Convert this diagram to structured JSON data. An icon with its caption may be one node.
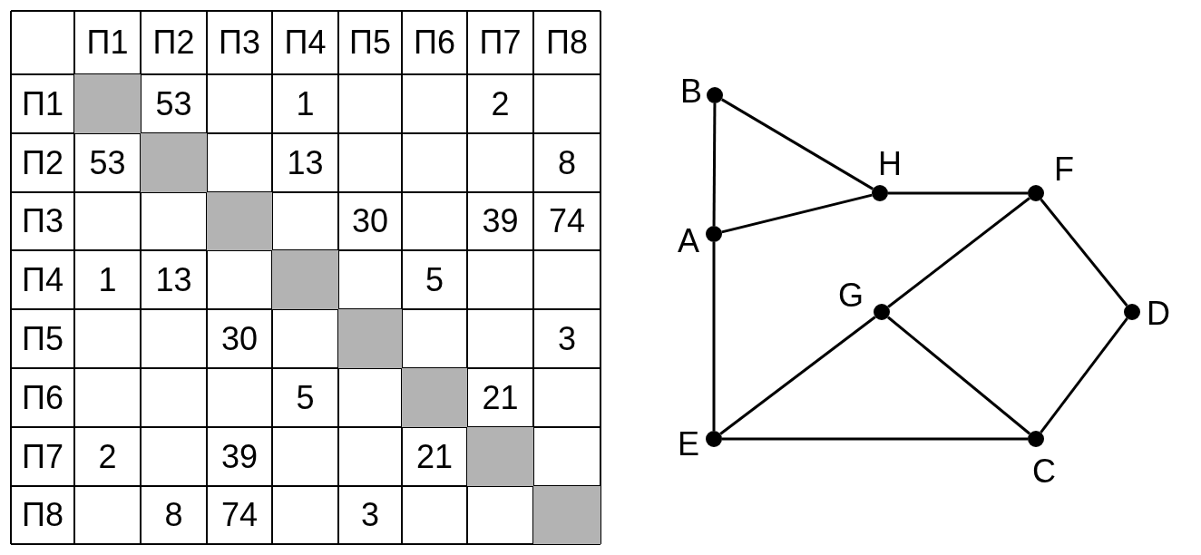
{
  "diagram": {
    "nodes": [
      {
        "text": [
          "B"
        ]
      },
      {
        "text": [
          "H"
        ]
      },
      {
        "text": [
          "F"
        ]
      },
      {
        "text": [
          "A"
        ]
      },
      {
        "text": [
          "G"
        ]
      },
      {
        "text": [
          "D"
        ]
      },
      {
        "text": [
          "E"
        ]
      },
      {
        "text": [
          "C"
        ]
      }
    ],
    "edges": [
      {
        "from": 0,
        "to": 1,
        "arrow": "none"
      },
      {
        "from": 0,
        "to": 3,
        "arrow": "none"
      },
      {
        "from": 3,
        "to": 1,
        "arrow": "none"
      },
      {
        "from": 1,
        "to": 2,
        "arrow": "none"
      },
      {
        "from": 3,
        "to": 6,
        "arrow": "none"
      },
      {
        "from": 2,
        "to": 4,
        "arrow": "none"
      },
      {
        "from": 2,
        "to": 5,
        "arrow": "none"
      },
      {
        "from": 4,
        "to": 6,
        "arrow": "none"
      },
      {
        "from": 4,
        "to": 7,
        "arrow": "none"
      },
      {
        "from": 6,
        "to": 7,
        "arrow": "none"
      },
      {
        "from": 5,
        "to": 7,
        "arrow": "none"
      }
    ],
    "labels": [
      "П1",
      "П2",
      "П3",
      "П4",
      "П5",
      "П6",
      "П7",
      "П8",
      "П1",
      "53",
      "1",
      "2",
      "П2",
      "53",
      "13",
      "8",
      "П3",
      "30",
      "39",
      "74",
      "П4",
      "1",
      "13",
      "5",
      "П5",
      "30",
      "3",
      "П6",
      "5",
      "21",
      "П7",
      "2",
      "39",
      "21",
      "П8",
      "8",
      "74",
      "3"
    ]
  }
}
